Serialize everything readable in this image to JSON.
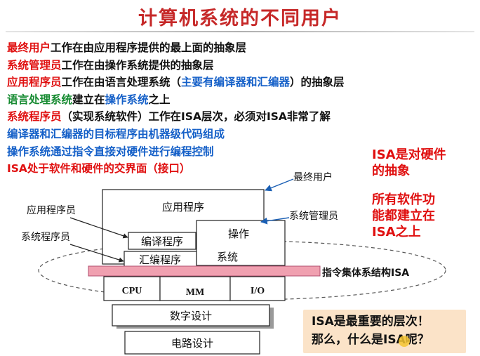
{
  "title": "计算机系统的不同用户",
  "lines": [
    {
      "parts": [
        {
          "text": "最终用户",
          "color": "red"
        },
        {
          "text": "工作在由应用程序提供的最上面的抽象层",
          "color": "black"
        }
      ]
    },
    {
      "parts": [
        {
          "text": "系统管理员",
          "color": "red"
        },
        {
          "text": "工作在由操作系统提供的抽象层",
          "color": "black"
        }
      ]
    },
    {
      "parts": [
        {
          "text": "应用程序员",
          "color": "red"
        },
        {
          "text": "工作在由语言处理系统（",
          "color": "black"
        },
        {
          "text": "主要有编译器和汇编器",
          "color": "blue"
        },
        {
          "text": "）的抽象层",
          "color": "black"
        }
      ]
    },
    {
      "parts": [
        {
          "text": "语言处理系统",
          "color": "green"
        },
        {
          "text": "建立在",
          "color": "black"
        },
        {
          "text": "操作系统",
          "color": "blue"
        },
        {
          "text": "之上",
          "color": "black"
        }
      ]
    },
    {
      "parts": [
        {
          "text": "系统程序员",
          "color": "red"
        },
        {
          "text": "（实现系统软件）工作在ISA层次，必须对ISA非常了解",
          "color": "black"
        }
      ]
    },
    {
      "parts": [
        {
          "text": "编译器和汇编器的目标程序由机器级代码组成",
          "color": "blue"
        }
      ]
    },
    {
      "parts": [
        {
          "text": "操作系统通过指令直接对硬件进行编程控制",
          "color": "blue"
        }
      ]
    },
    {
      "parts": [
        {
          "text": "ISA处于软件和硬件的交界面（接口）",
          "color": "red"
        }
      ]
    }
  ],
  "notes": {
    "isa_abstraction": [
      "ISA是对硬件",
      "的抽象"
    ],
    "software_on_isa": [
      "所有软件功",
      "能都建立在",
      "ISA之上"
    ]
  },
  "diagram": {
    "end_user": "最终用户",
    "application": "应用程序",
    "app_programmer": "应用程序员",
    "sys_admin": "系统管理员",
    "sys_programmer": "系统程序员",
    "compiler": "编译程序",
    "assembler": "汇编程序",
    "os_line1": "操作",
    "os_line2": "系统",
    "isa": "指令集体系结构ISA",
    "cpu": "CPU",
    "mm": "MM",
    "io": "I/O",
    "digital_design": "数字设计",
    "circuit_design": "电路设计"
  },
  "callout": {
    "line1": "ISA是最重要的层次！",
    "line2": "那么，什么是ISA呢？"
  },
  "colors": {
    "red": "#e01010",
    "blue": "#1560c8",
    "green": "#158a30",
    "isa_bar": "#f0a0b0",
    "callout_bg": "#fbe3c8"
  }
}
